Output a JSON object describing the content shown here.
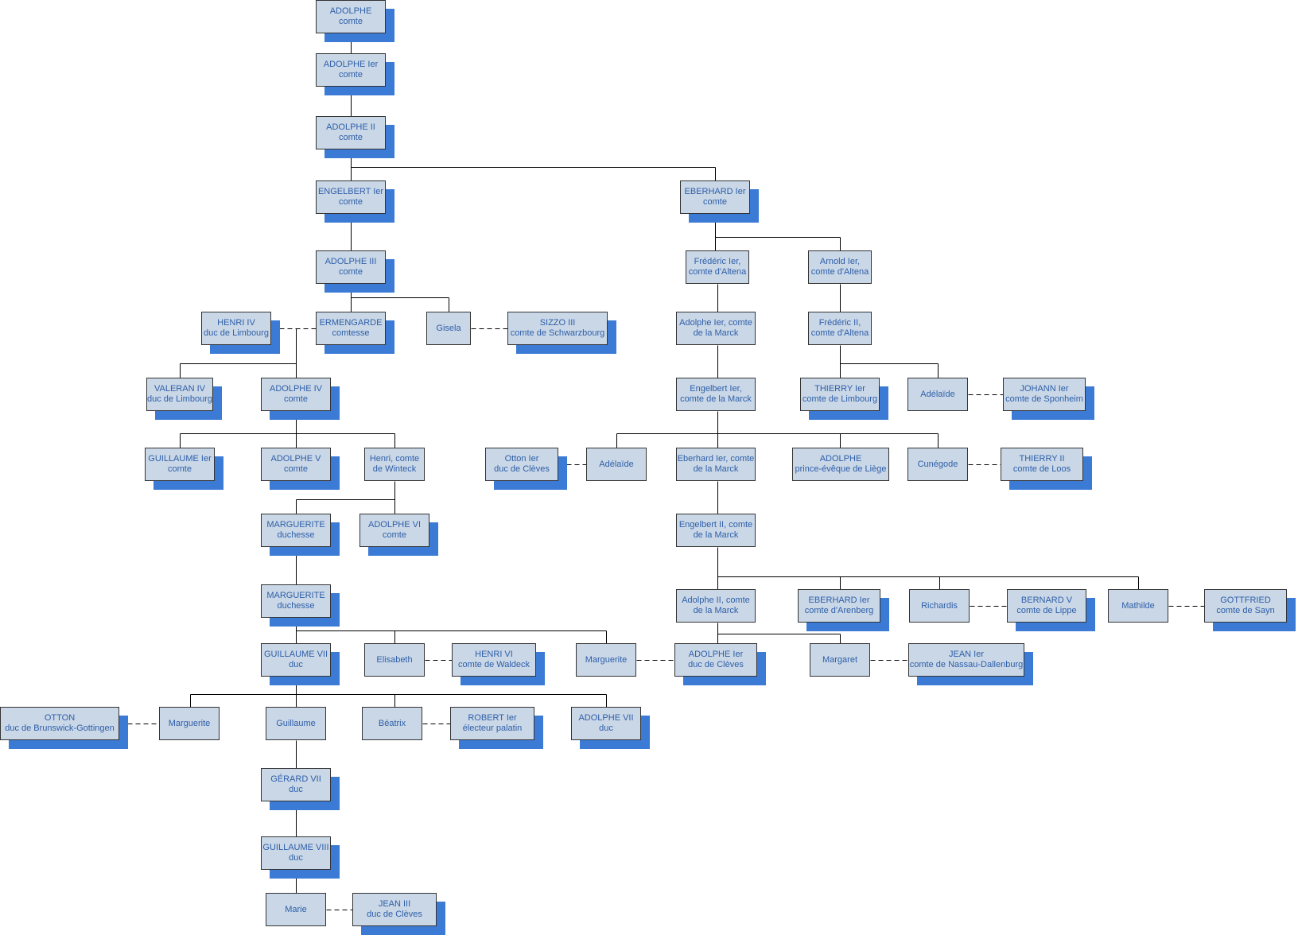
{
  "colors": {
    "box_fill": "#c9d7e7",
    "box_border": "#333333",
    "shadow": "#3b7bd6",
    "text": "#2f5fa8",
    "line": "#000000"
  },
  "nodes": {
    "adolphe_comte": {
      "name": "ADOLPHE",
      "title": "comte"
    },
    "adolphe_1": {
      "name": "ADOLPHE Ier",
      "title": "comte"
    },
    "adolphe_2": {
      "name": "ADOLPHE II",
      "title": "comte"
    },
    "engelbert_1": {
      "name": "ENGELBERT Ier",
      "title": "comte"
    },
    "eberhard_1": {
      "name": "EBERHARD Ier",
      "title": "comte"
    },
    "adolphe_3": {
      "name": "ADOLPHE III",
      "title": "comte"
    },
    "frederic_1": {
      "name": "Frédéric Ier,",
      "title": "comte d'Altena"
    },
    "arnold_1": {
      "name": "Arnold Ier,",
      "title": "comte d'Altena"
    },
    "henri_4": {
      "name": "HENRI IV",
      "title": "duc de Limbourg"
    },
    "ermengarde": {
      "name": "ERMENGARDE",
      "title": "comtesse"
    },
    "gisela": {
      "name": "Gisela",
      "title": ""
    },
    "sizzo_3": {
      "name": "SIZZO III",
      "title": "comte de Schwarzbourg"
    },
    "adolphe_1_marck": {
      "name": "Adolphe Ier, comte",
      "title": "de la Marck"
    },
    "frederic_2": {
      "name": "Frédéric II,",
      "title": "comte d'Altena"
    },
    "valeran_4": {
      "name": "VALERAN IV",
      "title": "duc de Limbourg"
    },
    "adolphe_4": {
      "name": "ADOLPHE IV",
      "title": "comte"
    },
    "engelbert_1_marck": {
      "name": "Engelbert Ier,",
      "title": "comte de la Marck"
    },
    "thierry_1": {
      "name": "THIERRY Ier",
      "title": "comte de Limbourg"
    },
    "adelaide_a": {
      "name": "Adélaïde",
      "title": ""
    },
    "johann_1": {
      "name": "JOHANN Ier",
      "title": "comte de Sponheim"
    },
    "guillaume_1": {
      "name": "GUILLAUME Ier",
      "title": "comte"
    },
    "adolphe_5": {
      "name": "ADOLPHE V",
      "title": "comte"
    },
    "henri_winteck": {
      "name": "Henri, comte",
      "title": "de Winteck"
    },
    "otton_1": {
      "name": "Otton Ier",
      "title": "duc de Clèves"
    },
    "adelaide_b": {
      "name": "Adélaïde",
      "title": ""
    },
    "eberhard_1_marck": {
      "name": "Eberhard Ier, comte",
      "title": "de la Marck"
    },
    "adolphe_liege": {
      "name": "ADOLPHE",
      "title": "prince-évêque de Liège"
    },
    "cunegode": {
      "name": "Cunégode",
      "title": ""
    },
    "thierry_2": {
      "name": "THIERRY II",
      "title": "comte de Loos"
    },
    "marguerite_a": {
      "name": "MARGUERITE",
      "title": "duchesse"
    },
    "adolphe_6": {
      "name": "ADOLPHE VI",
      "title": "comte"
    },
    "engelbert_2_marck": {
      "name": "Engelbert II, comte",
      "title": "de la Marck"
    },
    "marguerite_b": {
      "name": "MARGUERITE",
      "title": "duchesse"
    },
    "adolphe_2_marck": {
      "name": "Adolphe II, comte",
      "title": "de la Marck"
    },
    "eberhard_arenberg": {
      "name": "EBERHARD Ier",
      "title": "comte d'Arenberg"
    },
    "richardis": {
      "name": "Richardis",
      "title": ""
    },
    "bernard_5": {
      "name": "BERNARD V",
      "title": "comte de Lippe"
    },
    "mathilde": {
      "name": "Mathilde",
      "title": ""
    },
    "gottfried": {
      "name": "GOTTFRIED",
      "title": "comte de Sayn"
    },
    "guillaume_7": {
      "name": "GUILLAUME VII",
      "title": "duc"
    },
    "elisabeth": {
      "name": "Elisabeth",
      "title": ""
    },
    "henri_6": {
      "name": "HENRI VI",
      "title": "comte de Waldeck"
    },
    "marguerite_c": {
      "name": "Marguerite",
      "title": ""
    },
    "adolphe_1_cleves": {
      "name": "ADOLPHE Ier",
      "title": "duc de Clèves"
    },
    "margaret": {
      "name": "Margaret",
      "title": ""
    },
    "jean_1": {
      "name": "JEAN Ier",
      "title": "comte de Nassau-Dallenburg"
    },
    "otton_brunswick": {
      "name": "OTTON",
      "title": "duc de Brunswick-Gottingen"
    },
    "marguerite_d": {
      "name": "Marguerite",
      "title": ""
    },
    "guillaume": {
      "name": "Guillaume",
      "title": ""
    },
    "beatrix": {
      "name": "Béatrix",
      "title": ""
    },
    "robert_1": {
      "name": "ROBERT Ier",
      "title": "électeur palatin"
    },
    "adolphe_7": {
      "name": "ADOLPHE VII",
      "title": "duc"
    },
    "gerard_7": {
      "name": "GÉRARD VII",
      "title": "duc"
    },
    "guillaume_8": {
      "name": "GUILLAUME VIII",
      "title": "duc"
    },
    "marie": {
      "name": "Marie",
      "title": ""
    },
    "jean_3": {
      "name": "JEAN III",
      "title": "duc de Clèves"
    }
  }
}
